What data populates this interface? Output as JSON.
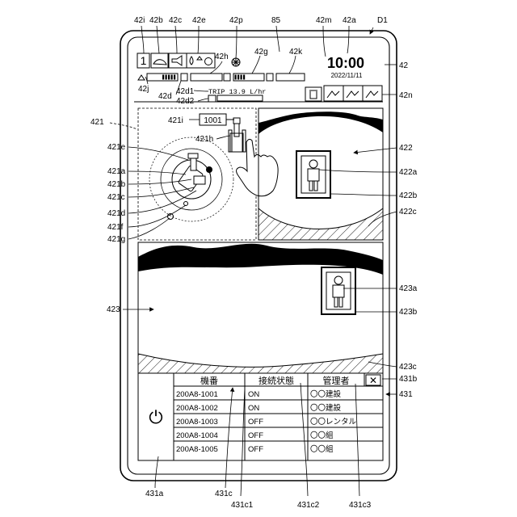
{
  "device_ref": "D1",
  "status_bar": {
    "gear": "1",
    "time": "10:00",
    "date": "2022/11/11",
    "trip": "TRIP 13.9 L/hr"
  },
  "monitor": {
    "machine_tag": "1001"
  },
  "list_panel": {
    "headers": [
      "機番",
      "接続状態",
      "管理者"
    ],
    "rows": [
      [
        "200A8-1001",
        "ON",
        "〇〇建設"
      ],
      [
        "200A8-1002",
        "ON",
        "〇〇建設"
      ],
      [
        "200A8-1003",
        "OFF",
        "〇〇レンタル"
      ],
      [
        "200A8-1004",
        "OFF",
        "〇〇組"
      ],
      [
        "200A8-1005",
        "OFF",
        "〇〇組"
      ]
    ],
    "close_glyph": "✕",
    "power_glyph": "⏻"
  },
  "callouts": {
    "42i": "42i",
    "42b": "42b",
    "42c": "42c",
    "42e": "42e",
    "42p": "42p",
    "85": "85",
    "42m": "42m",
    "42a": "42a",
    "D1": "D1",
    "42h": "42h",
    "42g": "42g",
    "42k": "42k",
    "42": "42",
    "42j": "42j",
    "42d1": "42d1",
    "42d": "42d",
    "42d2": "42d2",
    "42n": "42n",
    "421": "421",
    "421i": "421i",
    "421h": "421h",
    "421e": "421e",
    "421a": "421a",
    "421b": "421b",
    "421c": "421c",
    "421d": "421d",
    "421f": "421f",
    "421g": "421g",
    "422": "422",
    "422a": "422a",
    "422b": "422b",
    "422c": "422c",
    "423": "423",
    "423a": "423a",
    "423b": "423b",
    "423c": "423c",
    "431b": "431b",
    "431": "431",
    "431a": "431a",
    "431c": "431c",
    "431c1": "431c1",
    "431c2": "431c2",
    "431c3": "431c3"
  }
}
